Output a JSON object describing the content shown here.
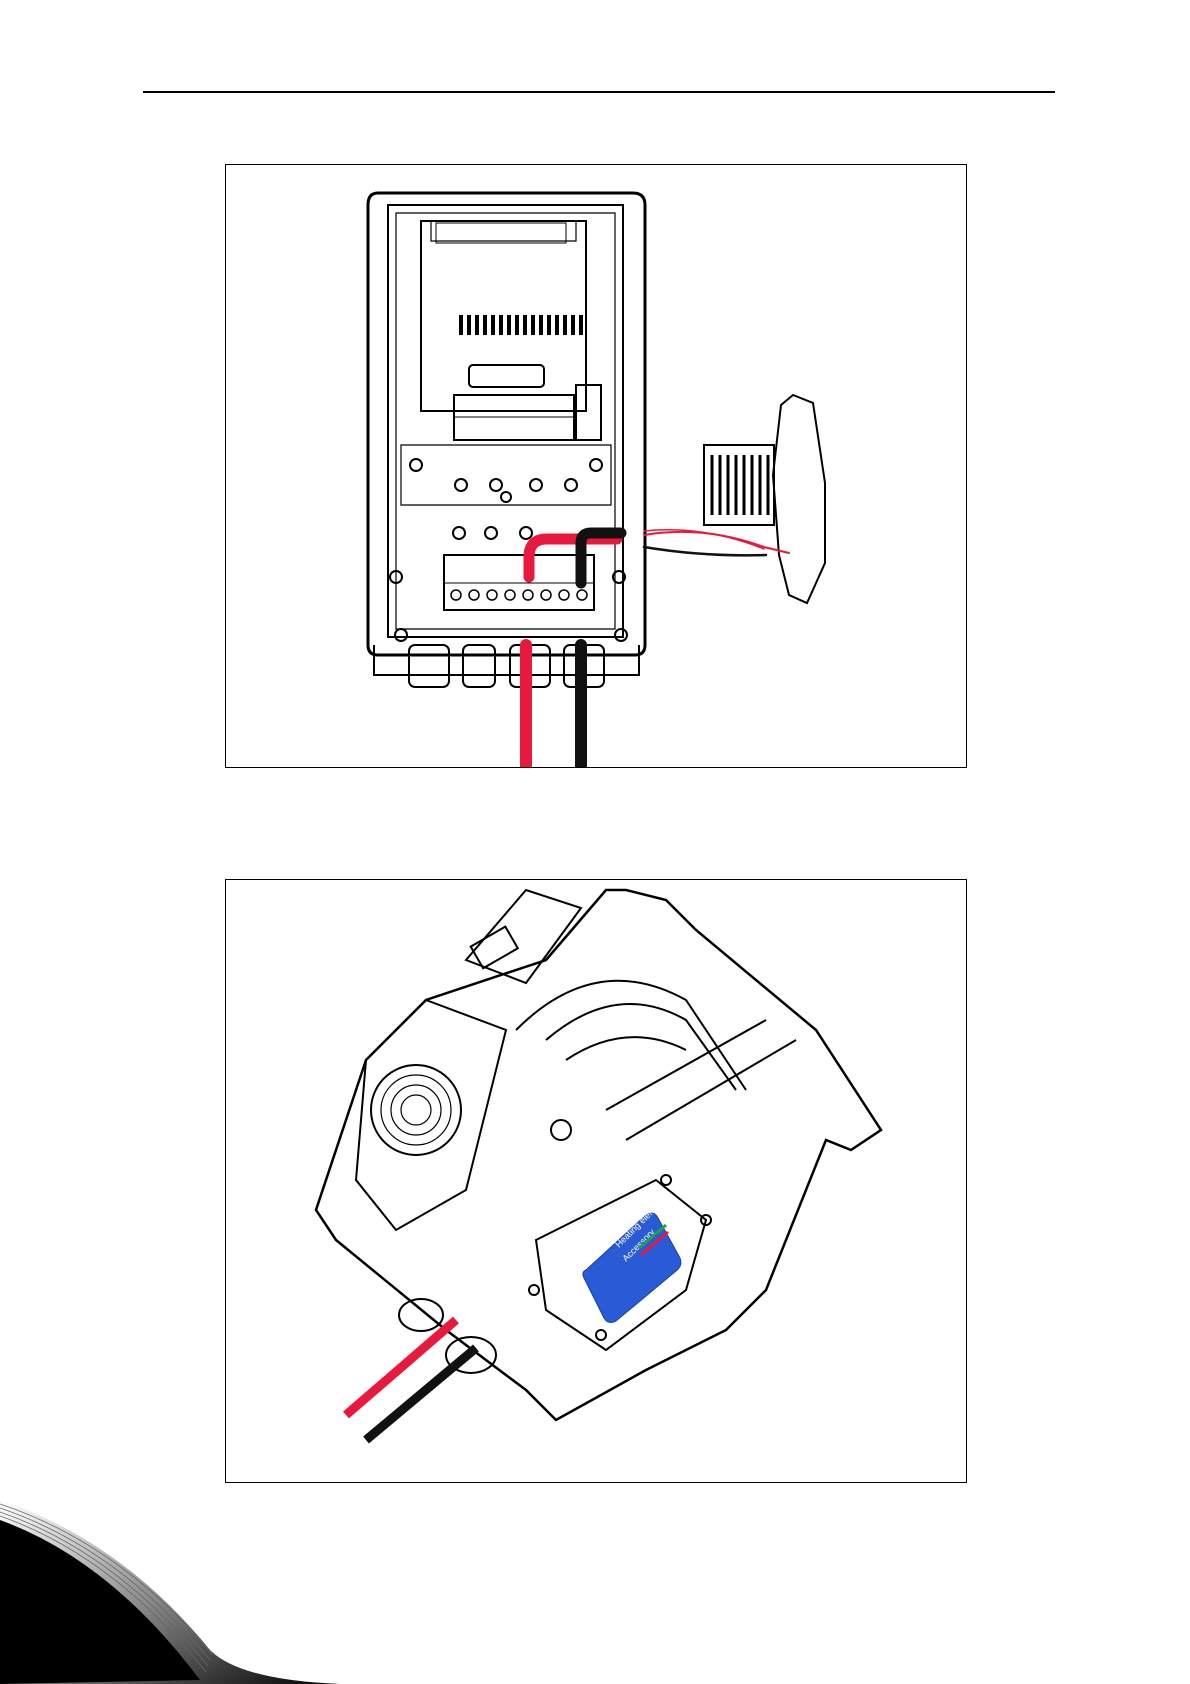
{
  "document": {
    "figures": [
      {
        "id": "figure-1",
        "subject": "drive-open-enclosure-with-heater-wiring"
      },
      {
        "id": "figure-2",
        "subject": "drive-assembled-with-heating-element-label"
      }
    ],
    "heater_label": {
      "line1": "Heating element",
      "line2": "Accessory",
      "color": "#2a5bd7"
    },
    "cable_colors": {
      "positive": "#e8193c",
      "negative": "#111111"
    }
  }
}
